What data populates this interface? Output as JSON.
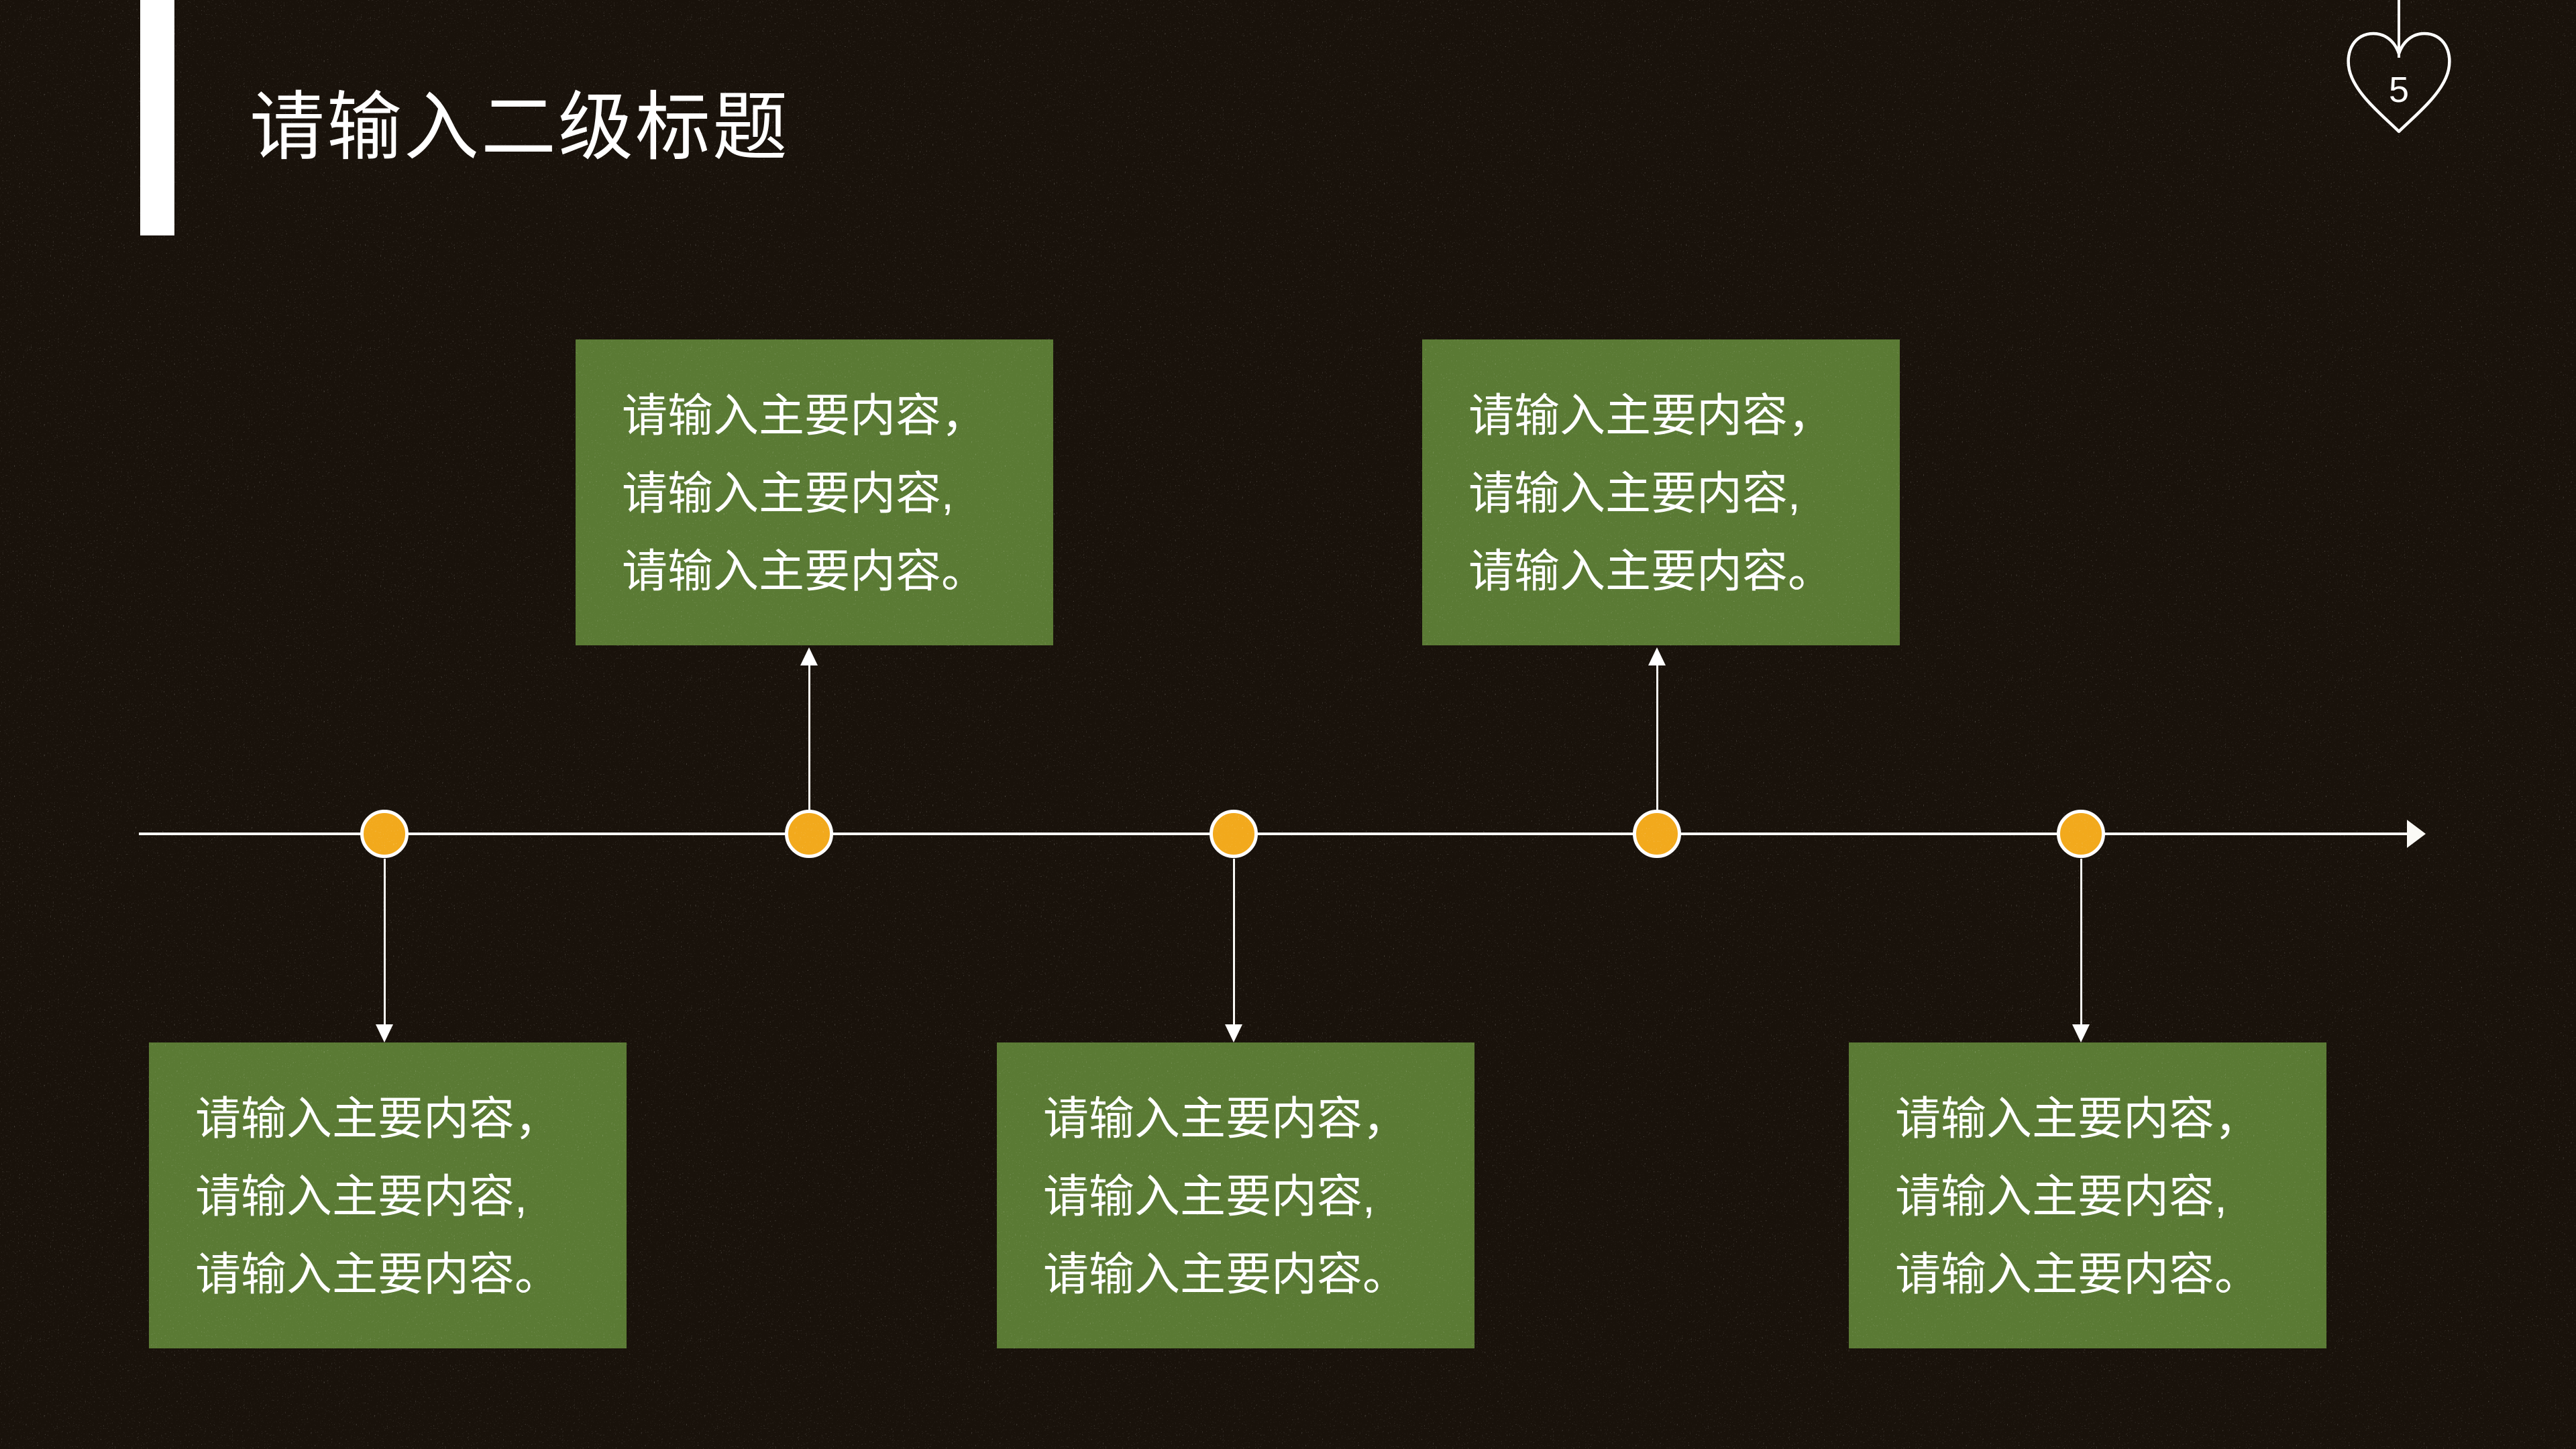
{
  "slide": {
    "title": "请输入二级标题",
    "page_number": "5",
    "colors": {
      "background": "#19120b",
      "content_box_green": "#5a7a34",
      "timeline_dot_orange": "#f2a91c",
      "line_white": "#ffffff"
    },
    "icons": {
      "page_marker": "heart-outline-icon",
      "timeline_end": "arrow-right-icon",
      "connector_above": "arrow-up-icon",
      "connector_below": "arrow-down-icon"
    },
    "timeline": {
      "items": [
        {
          "position": "below",
          "lines": [
            "请输入主要内容，",
            "请输入主要内容,",
            "请输入主要内容。"
          ]
        },
        {
          "position": "above",
          "lines": [
            "请输入主要内容，",
            "请输入主要内容,",
            "请输入主要内容。"
          ]
        },
        {
          "position": "below",
          "lines": [
            "请输入主要内容，",
            "请输入主要内容,",
            "请输入主要内容。"
          ]
        },
        {
          "position": "above",
          "lines": [
            "请输入主要内容，",
            "请输入主要内容,",
            "请输入主要内容。"
          ]
        },
        {
          "position": "below",
          "lines": [
            "请输入主要内容，",
            "请输入主要内容,",
            "请输入主要内容。"
          ]
        }
      ]
    }
  }
}
